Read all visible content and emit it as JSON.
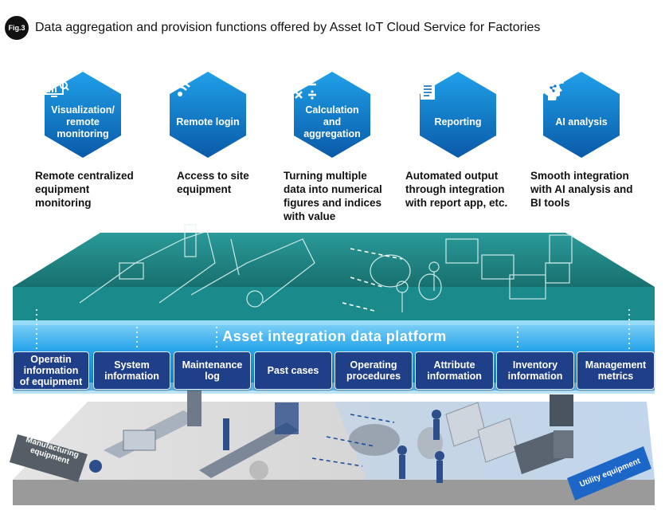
{
  "figure": {
    "badge": "Fig.3",
    "title": "Data aggregation and provision functions offered by Asset IoT Cloud Service for Factories"
  },
  "functions": [
    {
      "icon": "monitor-search-icon",
      "label_lines": [
        "Visualization/",
        "remote",
        "monitoring"
      ],
      "desc_lines": [
        "Remote centralized",
        "equipment",
        "monitoring"
      ]
    },
    {
      "icon": "wifi-icon",
      "label_lines": [
        "Remote login"
      ],
      "desc_lines": [
        "Access to site",
        "equipment"
      ]
    },
    {
      "icon": "math-operators-icon",
      "label_lines": [
        "Calculation and",
        "aggregation"
      ],
      "desc_lines": [
        "Turning multiple",
        "data into numerical",
        "figures and indices",
        "with value"
      ]
    },
    {
      "icon": "document-icon",
      "label_lines": [
        "Reporting"
      ],
      "desc_lines": [
        "Automated output",
        "through integration",
        "with report app, etc."
      ]
    },
    {
      "icon": "ai-brain-icon",
      "label_lines": [
        "AI analysis"
      ],
      "desc_lines": [
        "Smooth integration",
        "with AI analysis and",
        "BI tools"
      ]
    }
  ],
  "platform": {
    "title": "Asset integration data platform",
    "items": [
      [
        "Operatin",
        "information",
        "of equipment"
      ],
      [
        "System",
        "information"
      ],
      [
        "Maintenance",
        "log"
      ],
      [
        "Past cases"
      ],
      [
        "Operating",
        "procedures"
      ],
      [
        "Attribute",
        "information"
      ],
      [
        "Inventory",
        "information"
      ],
      [
        "Management",
        "metrics"
      ]
    ]
  },
  "floor": {
    "manufacturing_label": [
      "Manufacturing",
      "equipment"
    ],
    "utility_label": [
      "Utility equipment"
    ]
  },
  "colors": {
    "hex_blue": "#1489d8",
    "hex_blue_dark": "#0b5fae",
    "teal": "#1a7f80",
    "chip": "#1f3f88",
    "platform_light": "#bfe6fb"
  }
}
